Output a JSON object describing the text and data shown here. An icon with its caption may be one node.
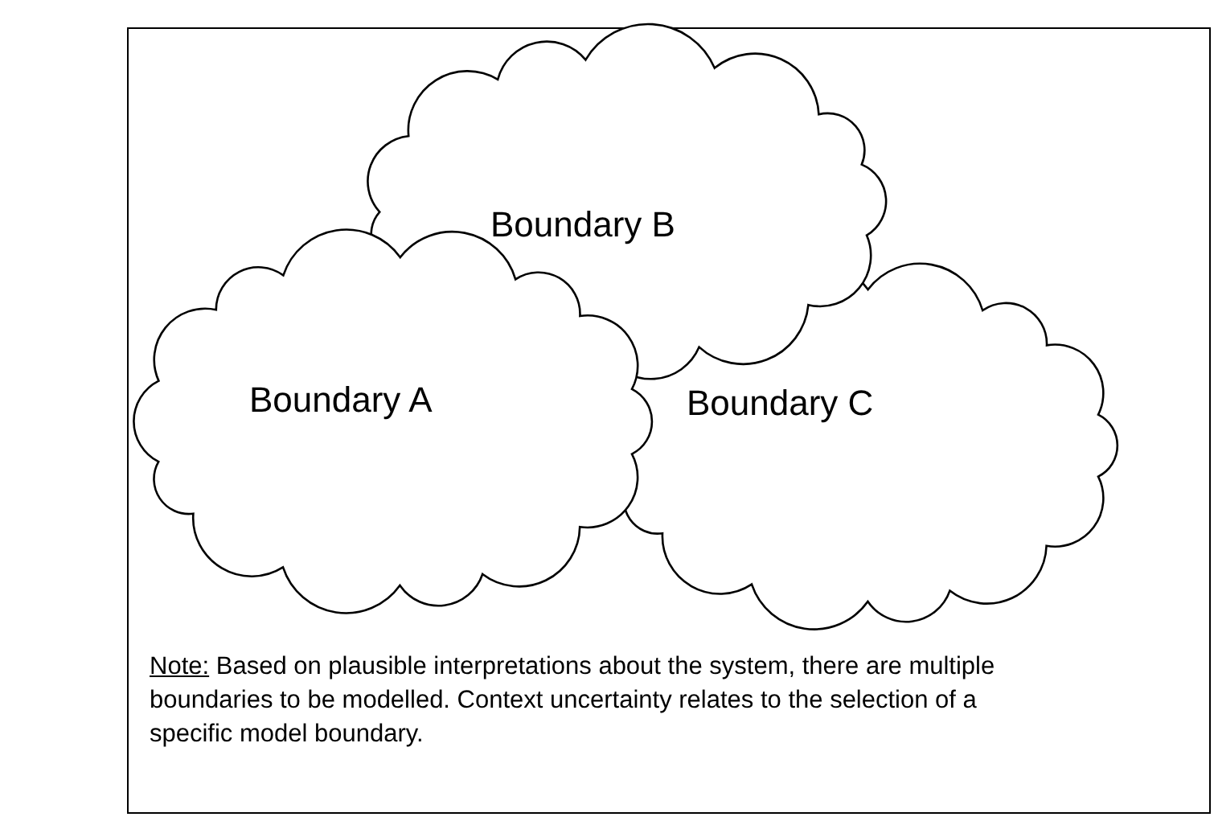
{
  "diagram": {
    "nodes": [
      {
        "text": [
          "Boundary B"
        ]
      },
      {
        "text": [
          "Boundary A"
        ]
      },
      {
        "text": [
          "Boundary C"
        ]
      }
    ],
    "labels": [
      "Note:",
      "Based on plausible interpretations about the system, there are multiple boundaries to be modelled. Context uncertainty relates to the selection of a specific model boundary."
    ]
  }
}
